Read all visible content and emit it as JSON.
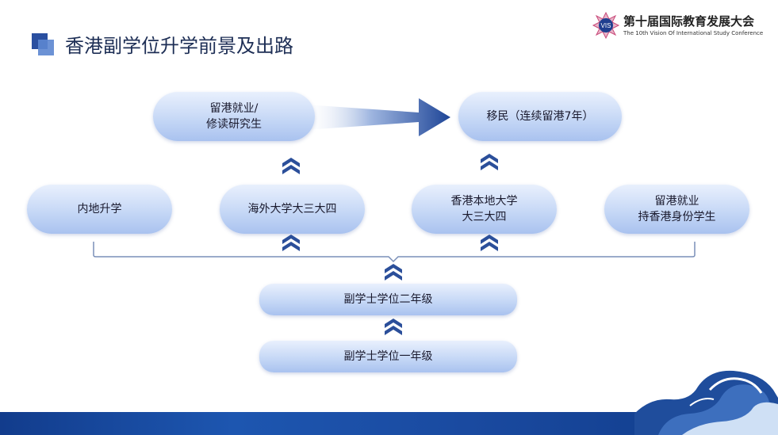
{
  "header": {
    "title": "香港副学位升学前景及出路",
    "logo_cn": "第十届国际教育发展大会",
    "logo_en": "The 10th Vision Of International Study Conference",
    "logo_badge": "VIS"
  },
  "diagram": {
    "nodes": {
      "employment_study": "留港就业/\n修读研究生",
      "immigration": "移民（连续留港7年）",
      "mainland": "内地升学",
      "overseas": "海外大学大三大四",
      "hk_local": "香港本地大学\n大三大四",
      "hk_employment": "留港就业\n持香港身份学生",
      "year2": "副学士学位二年级",
      "year1": "副学士学位一年级"
    }
  },
  "colors": {
    "title": "#1d2e55",
    "chevron": "#2b4f9a",
    "arrow": "#1e4597",
    "footer": "#1a4aa0"
  }
}
